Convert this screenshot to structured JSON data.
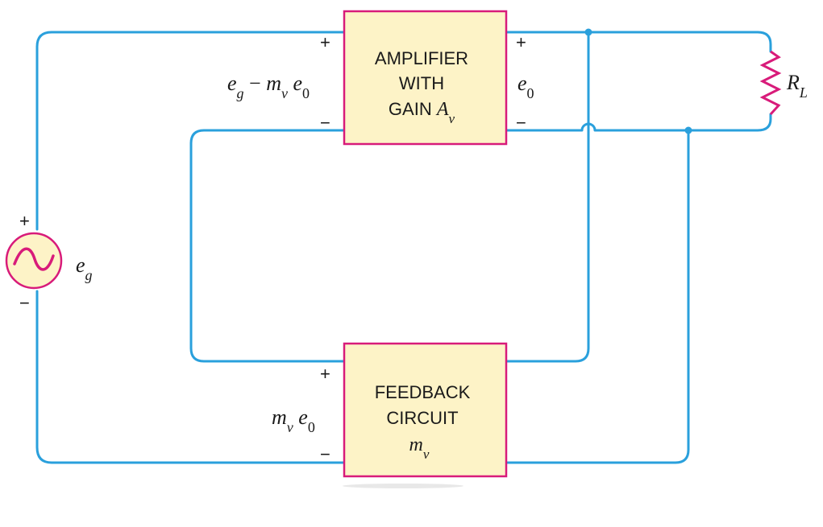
{
  "colors": {
    "wire": "#2aa0dc",
    "block_fill": "#fdf3c7",
    "block_border": "#d81b7a",
    "resistor": "#d81b7a",
    "source_fill": "#fdf3c7",
    "source_border": "#d81b7a"
  },
  "amplifier": {
    "line1": "AMPLIFIER",
    "line2": "WITH",
    "line3": "GAIN",
    "gain_symbol": "A",
    "gain_sub": "v"
  },
  "feedback": {
    "line1": "FEEDBACK",
    "line2": "CIRCUIT",
    "symbol": "m",
    "symbol_sub": "v"
  },
  "labels": {
    "input_voltage": {
      "e": "e",
      "g": "g",
      "minus": " − ",
      "m": "m",
      "v": "v",
      "e2": "e",
      "zero": "0"
    },
    "output_voltage": {
      "e": "e",
      "zero": "0"
    },
    "source_voltage": {
      "e": "e",
      "g": "g"
    },
    "feedback_voltage": {
      "m": "m",
      "v": "v",
      "e": "e",
      "zero": "0"
    },
    "load": {
      "R": "R",
      "L": "L"
    }
  },
  "signs": {
    "plus": "+",
    "minus": "−"
  },
  "icons": [
    "ac-source-icon",
    "resistor-icon"
  ]
}
